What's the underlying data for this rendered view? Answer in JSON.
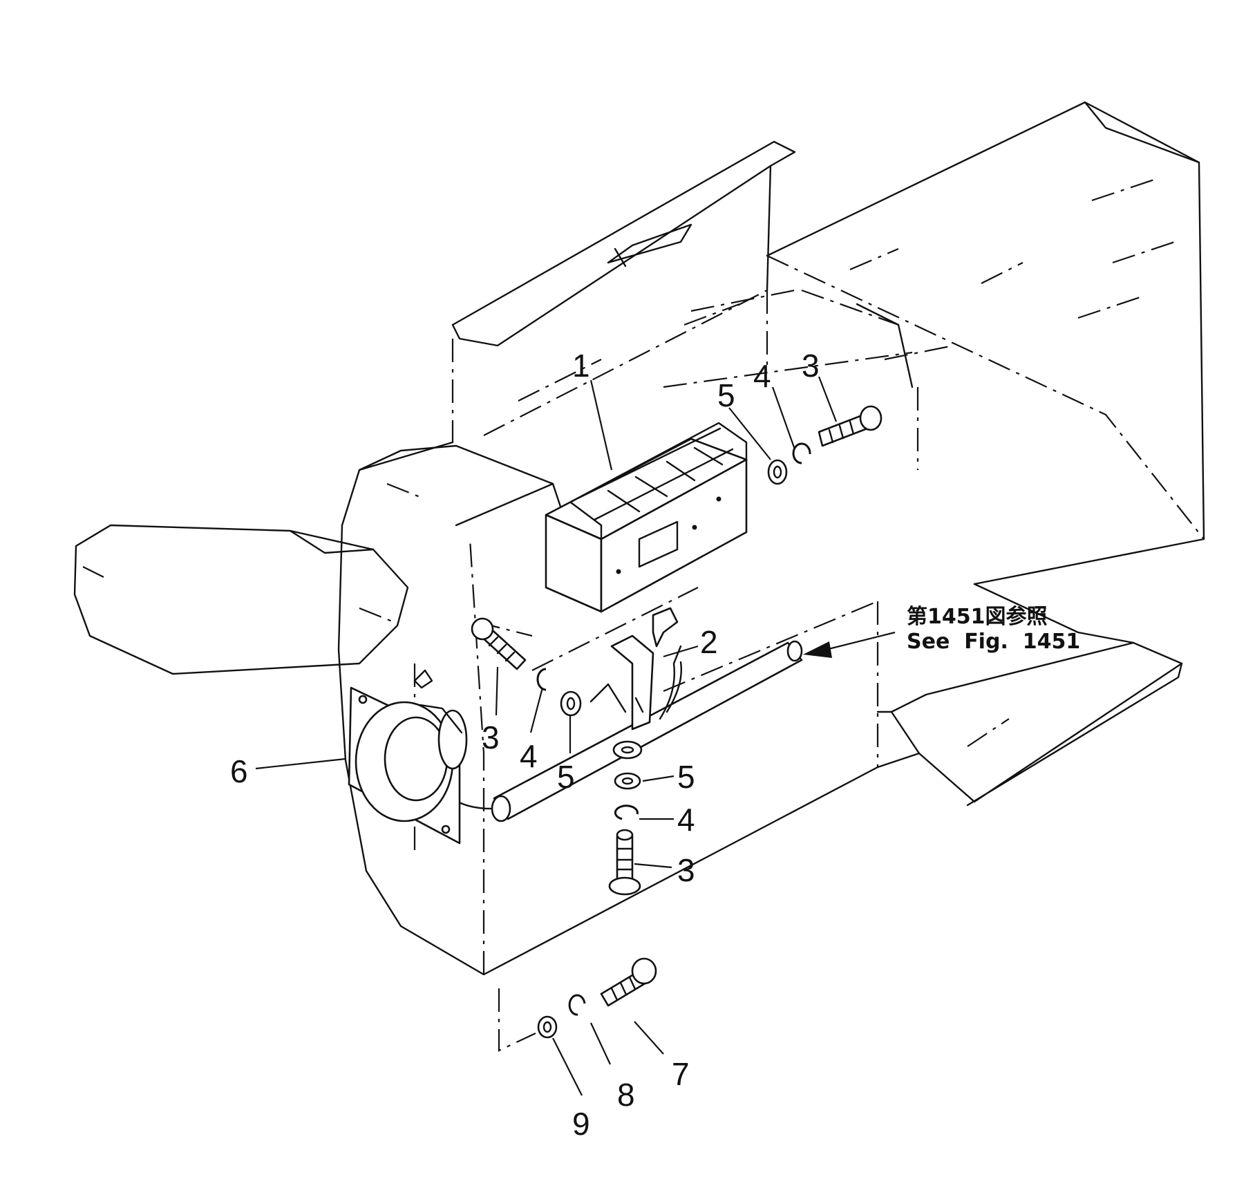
{
  "reference": {
    "line1": "第1451図参照",
    "line2": "See  Fig.  1451"
  },
  "callouts": [
    {
      "id": "c1",
      "label": "1"
    },
    {
      "id": "c2",
      "label": "2"
    },
    {
      "id": "c3a",
      "label": "3"
    },
    {
      "id": "c4a",
      "label": "4"
    },
    {
      "id": "c5a",
      "label": "5"
    },
    {
      "id": "c3b",
      "label": "3"
    },
    {
      "id": "c4b",
      "label": "4"
    },
    {
      "id": "c5b",
      "label": "5"
    },
    {
      "id": "c5c",
      "label": "5"
    },
    {
      "id": "c4c",
      "label": "4"
    },
    {
      "id": "c3c",
      "label": "3"
    },
    {
      "id": "c6",
      "label": "6"
    },
    {
      "id": "c7",
      "label": "7"
    },
    {
      "id": "c8",
      "label": "8"
    },
    {
      "id": "c9",
      "label": "9"
    }
  ]
}
